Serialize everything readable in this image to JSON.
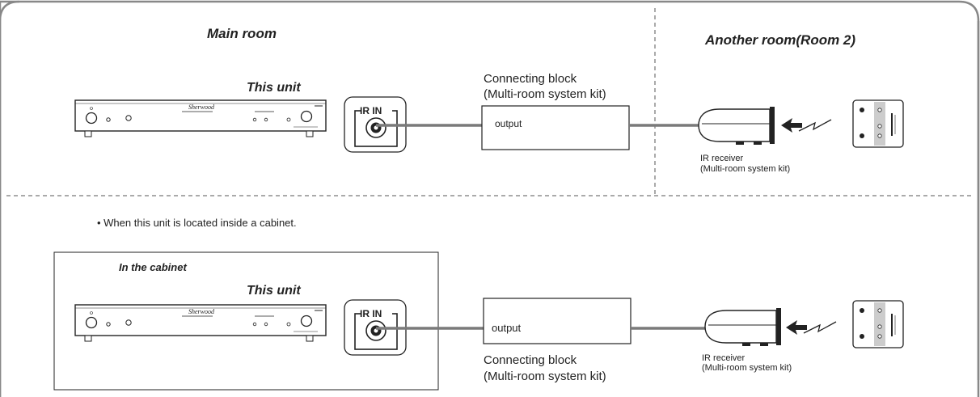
{
  "top": {
    "main_room": "Main room",
    "another_room": "Another room(Room 2)",
    "this_unit": "This unit",
    "ir_in": "IR IN",
    "connecting_block_line1": "Connecting block",
    "connecting_block_line2": "(Multi-room system kit)",
    "output": "output",
    "ir_receiver_line1": "IR receiver",
    "ir_receiver_line2": "(Multi-room system kit)"
  },
  "bottom": {
    "note": "• When this  unit  is located inside a cabinet.",
    "in_the_cabinet": "In the cabinet",
    "this_unit": "This unit",
    "ir_in": "IR IN",
    "output": "output",
    "connecting_block_line1": "Connecting block",
    "connecting_block_line2": "(Multi-room system kit)",
    "ir_receiver_line1": "IR receiver",
    "ir_receiver_line2": "(Multi-room system kit)"
  },
  "brand": "Sherwood"
}
